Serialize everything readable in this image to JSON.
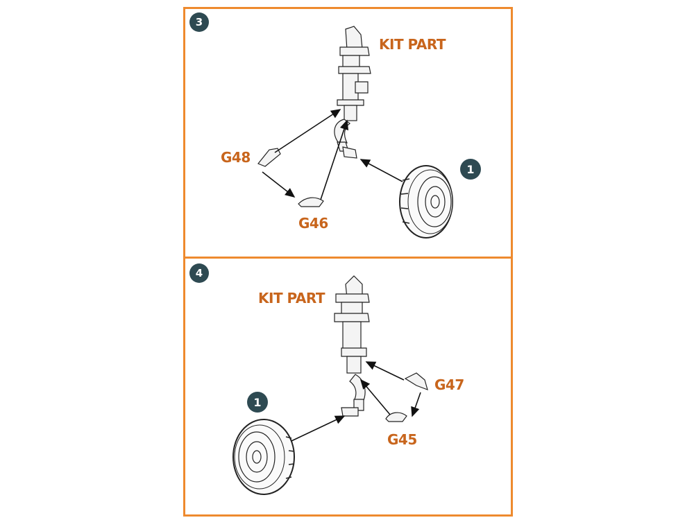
{
  "steps": [
    {
      "number": "3",
      "kit_part_label": "KIT PART",
      "parts": [
        "G48",
        "G46"
      ],
      "wheel_ref": "1"
    },
    {
      "number": "4",
      "kit_part_label": "KIT PART",
      "parts": [
        "G47",
        "G45"
      ],
      "wheel_ref": "1"
    }
  ],
  "colors": {
    "frame": "#ee8a2e",
    "label": "#c8651c",
    "badge": "#2e4a52"
  }
}
